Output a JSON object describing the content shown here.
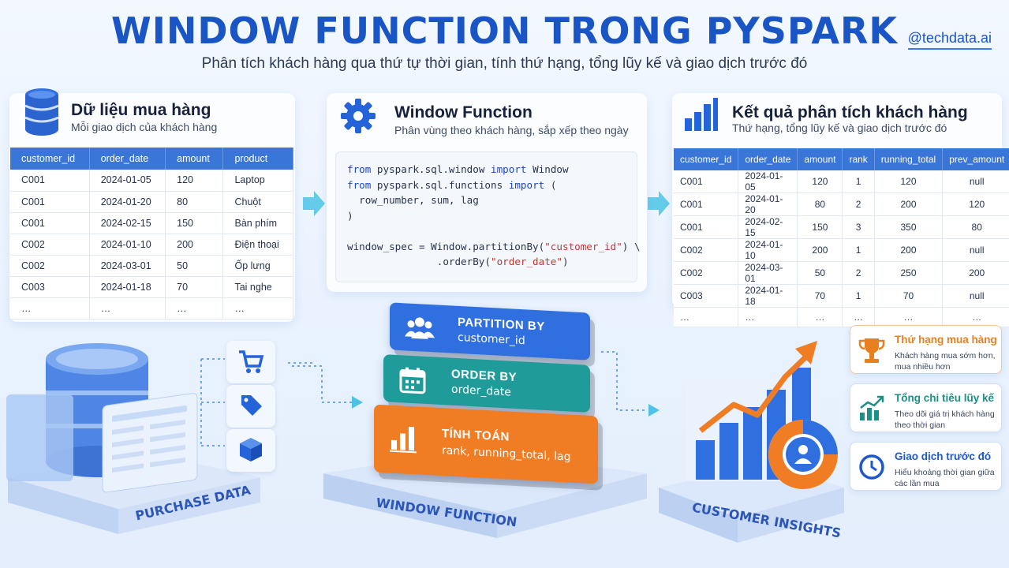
{
  "header": {
    "title": "WINDOW FUNCTION TRONG PYSPARK",
    "subtitle": "Phân tích khách hàng qua thứ tự thời gian, tính thứ hạng, tổng lũy kế và giao dịch trước đó",
    "brand": "@techdata.ai"
  },
  "purchase_panel": {
    "title": "Dữ liệu mua hàng",
    "subtitle": "Mỗi giao dịch của khách hàng",
    "columns": [
      "customer_id",
      "order_date",
      "amount",
      "product"
    ],
    "rows": [
      [
        "C001",
        "2024-01-05",
        "120",
        "Laptop"
      ],
      [
        "C001",
        "2024-01-20",
        "80",
        "Chuột"
      ],
      [
        "C001",
        "2024-02-15",
        "150",
        "Bàn phím"
      ],
      [
        "C002",
        "2024-01-10",
        "200",
        "Điện thoại"
      ],
      [
        "C002",
        "2024-03-01",
        "50",
        "Ốp lưng"
      ],
      [
        "C003",
        "2024-01-18",
        "70",
        "Tai nghe"
      ],
      [
        "…",
        "…",
        "…",
        "…"
      ]
    ]
  },
  "window_panel": {
    "title": "Window Function",
    "subtitle": "Phân vùng theo khách hàng, sắp xếp theo ngày",
    "code": {
      "l1_kw1": "from",
      "l1_mid": " pyspark.sql.window ",
      "l1_kw2": "import",
      "l1_end": " Window",
      "l2_kw1": "from",
      "l2_mid": " pyspark.sql.functions ",
      "l2_kw2": "import",
      "l2_end": " (",
      "l3": "  row_number, sum, lag",
      "l4": ")",
      "l5_pre": "window_spec = Window.partitionBy(",
      "l5_str": "\"customer_id\"",
      "l5_end": ") \\",
      "l6_pre": "               .orderBy(",
      "l6_str": "\"order_date\"",
      "l6_end": ")"
    }
  },
  "result_panel": {
    "title": "Kết quả phân tích khách hàng",
    "subtitle": "Thứ hạng, tổng lũy kế và giao dịch trước đó",
    "columns": [
      "customer_id",
      "order_date",
      "amount",
      "rank",
      "running_total",
      "prev_amount"
    ],
    "rows": [
      [
        "C001",
        "2024-01-05",
        "120",
        "1",
        "120",
        "null"
      ],
      [
        "C001",
        "2024-01-20",
        "80",
        "2",
        "200",
        "120"
      ],
      [
        "C001",
        "2024-02-15",
        "150",
        "3",
        "350",
        "80"
      ],
      [
        "C002",
        "2024-01-10",
        "200",
        "1",
        "200",
        "null"
      ],
      [
        "C002",
        "2024-03-01",
        "50",
        "2",
        "250",
        "200"
      ],
      [
        "C003",
        "2024-01-18",
        "70",
        "1",
        "70",
        "null"
      ],
      [
        "…",
        "…",
        "…",
        "…",
        "…",
        "…"
      ]
    ]
  },
  "layers": [
    {
      "title": "PARTITION BY",
      "sub": "customer_id",
      "color": "#2f6fe0",
      "icon": "users-icon"
    },
    {
      "title": "ORDER BY",
      "sub": "order_date",
      "color": "#1f9c9a",
      "icon": "calendar-icon"
    },
    {
      "title": "TÍNH TOÁN",
      "sub": "rank, running_total, lag",
      "color": "#f07d23",
      "icon": "bar-chart-icon"
    }
  ],
  "bases": {
    "purchase": "PURCHASE DATA",
    "window": "WINDOW FUNCTION",
    "insights": "CUSTOMER INSIGHTS"
  },
  "insight_cards": [
    {
      "title": "Thứ hạng mua hàng",
      "desc": "Khách hàng mua sớm hơn, mua nhiều hơn",
      "color": "#e8801f",
      "icon": "trophy-icon"
    },
    {
      "title": "Tổng chi tiêu lũy kế",
      "desc": "Theo dõi giá trị khách hàng theo thời gian",
      "color": "#1c8f86",
      "icon": "trend-chart-icon"
    },
    {
      "title": "Giao dịch trước đó",
      "desc": "Hiểu khoảng thời gian giữa các lần mua",
      "color": "#1e58c9",
      "icon": "clock-icon"
    }
  ]
}
